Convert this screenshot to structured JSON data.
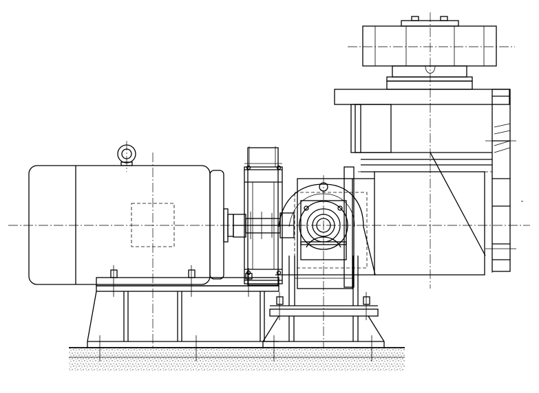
{
  "drawing": {
    "colors": {
      "line": "#000000",
      "background": "#ffffff"
    },
    "components": [
      "electric-motor",
      "lifting-eye",
      "motor-terminal-box",
      "coupling",
      "bearing-housing",
      "fan-housing",
      "inlet-box",
      "top-motor-unit",
      "motor-base-frame",
      "fan-base-frame",
      "anchor-bolt",
      "concrete-foundation"
    ]
  }
}
